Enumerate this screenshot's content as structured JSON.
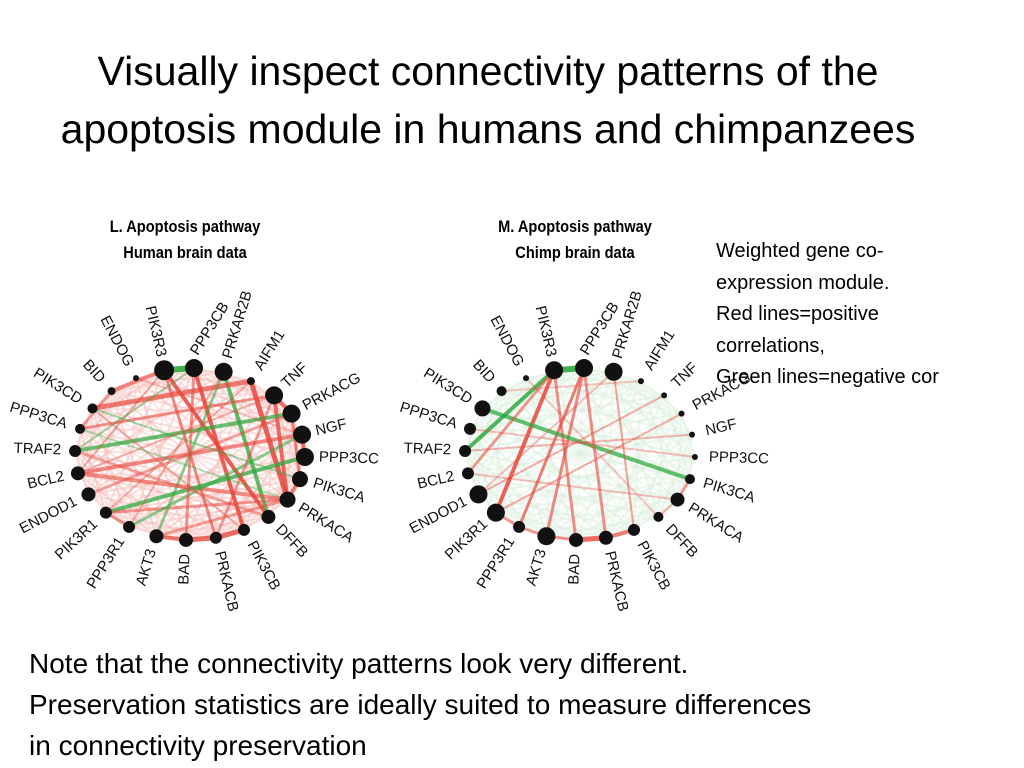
{
  "slide": {
    "title_lines": [
      "Visually inspect connectivity patterns of the",
      "apoptosis module in humans and chimpanzees"
    ],
    "side_note_lines": [
      "Weighted gene co-",
      "expression module.",
      "Red lines=positive",
      "correlations,",
      "Green lines=negative cor"
    ],
    "bottom_note_lines": [
      "Note that the connectivity patterns look very different.",
      "Preservation statistics are ideally suited to measure differences",
      "in connectivity preservation"
    ]
  },
  "colors": {
    "positive_edge": "#e8483c",
    "negative_edge": "#2eaa3e",
    "node": "#111111"
  },
  "networks": [
    {
      "heading_lines": [
        "L. Apoptosis pathway",
        "Human brain data"
      ],
      "genes": [
        "PIK3R3",
        "PPP3CB",
        "PRKAR2B",
        "AIFM1",
        "TNF",
        "PRKACG",
        "NGF",
        "PPP3CC",
        "PIK3CA",
        "PRKACA",
        "DFFB",
        "PIK3CB",
        "PRKACB",
        "BAD",
        "AKT3",
        "PPP3R1",
        "PIK3R1",
        "ENDOD1",
        "BCL2",
        "TRAF2",
        "PPP3CA",
        "PIK3CD",
        "BID",
        "ENDOG"
      ]
    },
    {
      "heading_lines": [
        "M. Apoptosis pathway",
        "Chimp brain data"
      ],
      "genes": [
        "PIK3R3",
        "PPP3CB",
        "PRKAR2B",
        "AIFM1",
        "TNF",
        "PRKACG",
        "NGF",
        "PPP3CC",
        "PIK3CA",
        "PRKACA",
        "DFFB",
        "PIK3CB",
        "PRKACB",
        "BAD",
        "AKT3",
        "PPP3R1",
        "PIK3R1",
        "ENDOD1",
        "BCL2",
        "TRAF2",
        "PPP3CA",
        "PIK3CD",
        "BID",
        "ENDOG"
      ]
    }
  ]
}
